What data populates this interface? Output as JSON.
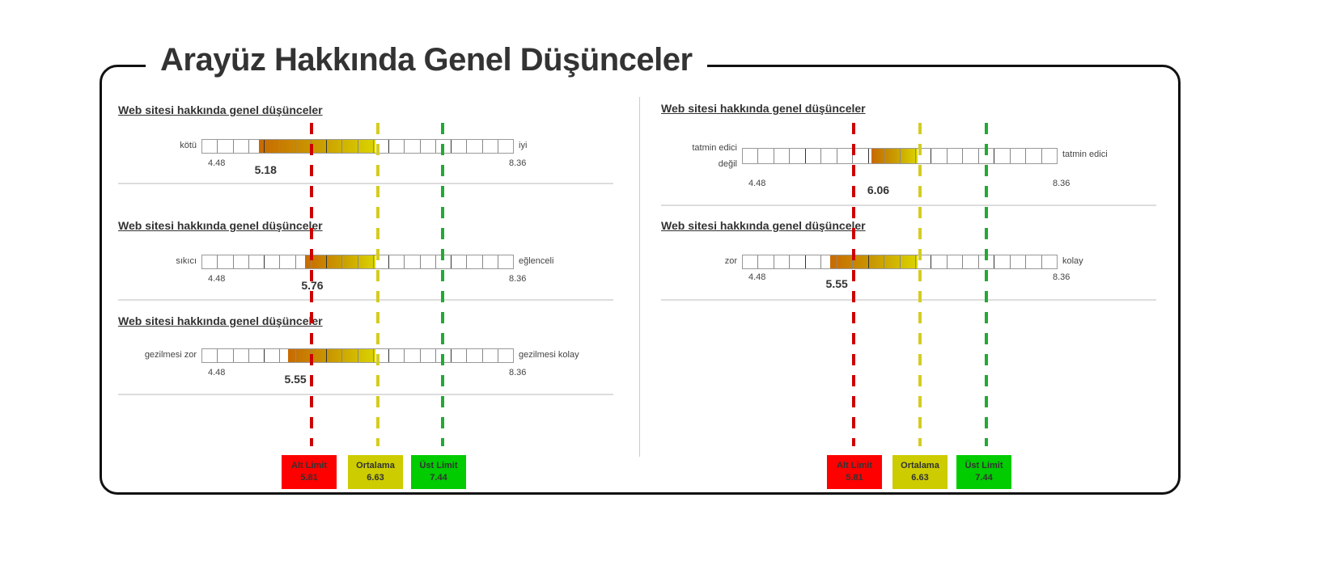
{
  "title": "Arayüz Hakkında Genel Düşünceler",
  "colors": {
    "alt": "#ff0000",
    "ort": "#cccc00",
    "ust": "#00cc00",
    "alt_line": "#cc0000",
    "ort_line": "#d4cc22",
    "ust_line": "#22aa33"
  },
  "chart_data": {
    "type": "table",
    "scale": {
      "min": 4.48,
      "max": 8.36,
      "min_label": "4.48",
      "max_label": "8.36",
      "cells": 20
    },
    "limits": {
      "alt": {
        "label": "Alt Limit",
        "value": 5.81,
        "text": "5.81"
      },
      "ort": {
        "label": "Ortalama",
        "value": 6.63,
        "text": "6.63"
      },
      "ust": {
        "label": "Üst Limit",
        "value": 7.44,
        "text": "7.44"
      }
    },
    "left": [
      {
        "heading": "Web sitesi hakkında genel düşünceler",
        "low": "kötü",
        "high": "iyi",
        "value": 5.18,
        "value_text": "5.18"
      },
      {
        "heading": "Web sitesi hakkında genel düşünceler",
        "low": "sıkıcı",
        "high": "eğlenceli",
        "value": 5.76,
        "value_text": "5.76"
      },
      {
        "heading": "Web sitesi hakkında genel düşünceler",
        "low": "gezilmesi zor",
        "high": "gezilmesi kolay",
        "value": 5.55,
        "value_text": "5.55"
      }
    ],
    "right": [
      {
        "heading": "Web sitesi hakkında genel düşünceler",
        "low": "tatmin edici değil",
        "high": "tatmin edici",
        "value": 6.06,
        "value_text": "6.06"
      },
      {
        "heading": "Web sitesi hakkında genel düşünceler",
        "low": "zor",
        "high": "kolay",
        "value": 5.55,
        "value_text": "5.55"
      }
    ]
  }
}
